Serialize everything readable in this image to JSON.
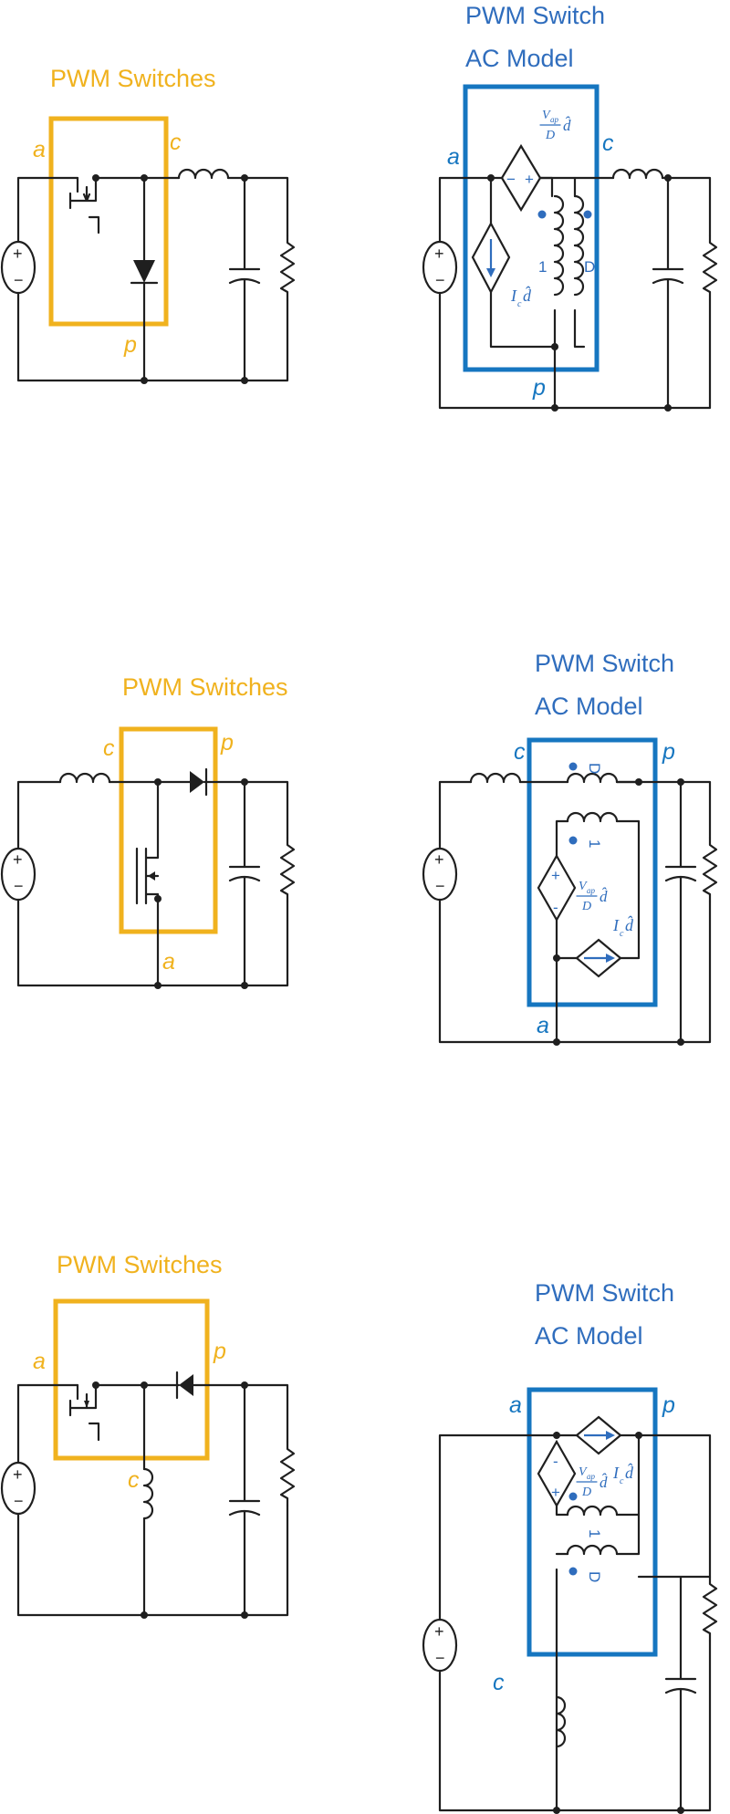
{
  "buck": {
    "switches_title": "PWM Switches",
    "model_title_line1": "PWM Switch",
    "model_title_line2": "AC Model",
    "left_terminals": {
      "a": "a",
      "c": "c",
      "p": "p"
    },
    "right_terminals": {
      "a": "a",
      "c": "c",
      "p": "p"
    },
    "source_plus": "+",
    "source_minus": "−",
    "dep_source_plus": "+",
    "dep_source_minus": "−",
    "vap": "V",
    "vap_sub": "ap",
    "vap_den": "D",
    "dhat": "d̂",
    "ic": "I",
    "ic_sub": "c",
    "ic_dhat": "d̂",
    "xfmr_ratio_1": "1",
    "xfmr_ratio_d": "D"
  },
  "boost": {
    "switches_title": "PWM Switches",
    "model_title_line1": "PWM Switch",
    "model_title_line2": "AC Model",
    "left_terminals": {
      "a": "a",
      "c": "c",
      "p": "p"
    },
    "right_terminals": {
      "a": "a",
      "c": "c",
      "p": "p"
    },
    "source_plus": "+",
    "source_minus": "−",
    "dep_source_plus": "+",
    "dep_source_minus": "-",
    "vap": "V",
    "vap_sub": "ap",
    "vap_den": "D",
    "dhat": "d̂",
    "ic": "I",
    "ic_sub": "c",
    "ic_dhat": "d̂",
    "xfmr_ratio_1": "1",
    "xfmr_ratio_d": "D"
  },
  "buck_boost": {
    "switches_title": "PWM Switches",
    "model_title_line1": "PWM Switch",
    "model_title_line2": "AC Model",
    "left_terminals": {
      "a": "a",
      "c": "c",
      "p": "p"
    },
    "right_terminals": {
      "a": "a",
      "c": "c",
      "p": "p"
    },
    "source_plus": "+",
    "source_minus": "−",
    "dep_source_plus": "+",
    "dep_source_minus": "-",
    "vap": "V",
    "vap_sub": "ap",
    "vap_den": "D",
    "dhat": "d̂",
    "ic": "I",
    "ic_sub": "c",
    "ic_dhat": "d̂",
    "xfmr_ratio_1": "1",
    "xfmr_ratio_d": "D"
  },
  "colors": {
    "switch_box": "#f0b21e",
    "model_box": "#1676c0",
    "model_text": "#2f6dbd",
    "wire": "#1f1f1f"
  }
}
